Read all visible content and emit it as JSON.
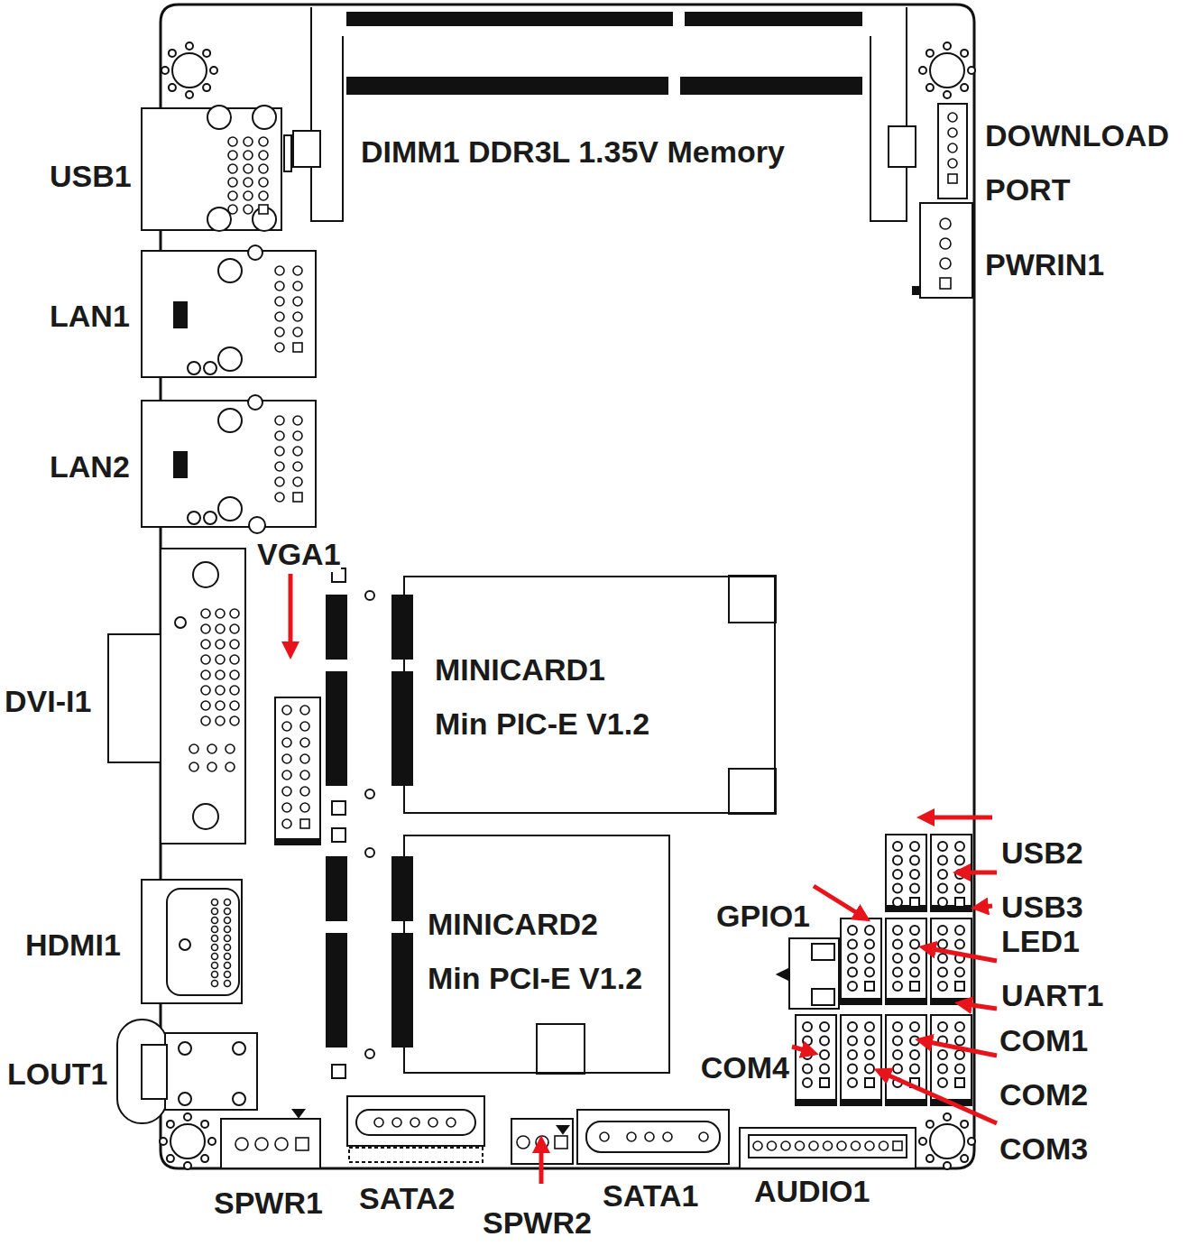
{
  "diagram": {
    "nodes": [
      {
        "text": [
          "DIMM1 DDR3L 1.35V Memory"
        ]
      },
      {
        "text": [
          "MINICARD1",
          "Min PIC-E V1.2"
        ]
      },
      {
        "text": [
          "MINICARD2",
          "Min PCI-E V1.2"
        ]
      }
    ],
    "labels": [
      "USB1",
      "LAN1",
      "LAN2",
      "VGA1",
      "DVI-I1",
      "HDMI1",
      "LOUT1",
      "SPWR1",
      "SATA2",
      "SPWR2",
      "SATA1",
      "AUDIO1",
      "DOWNLOAD PORT",
      "PWRIN1",
      "USB2",
      "USB3",
      "GPIO1",
      "LED1",
      "UART1",
      "COM1",
      "COM4",
      "COM2",
      "COM3"
    ]
  }
}
